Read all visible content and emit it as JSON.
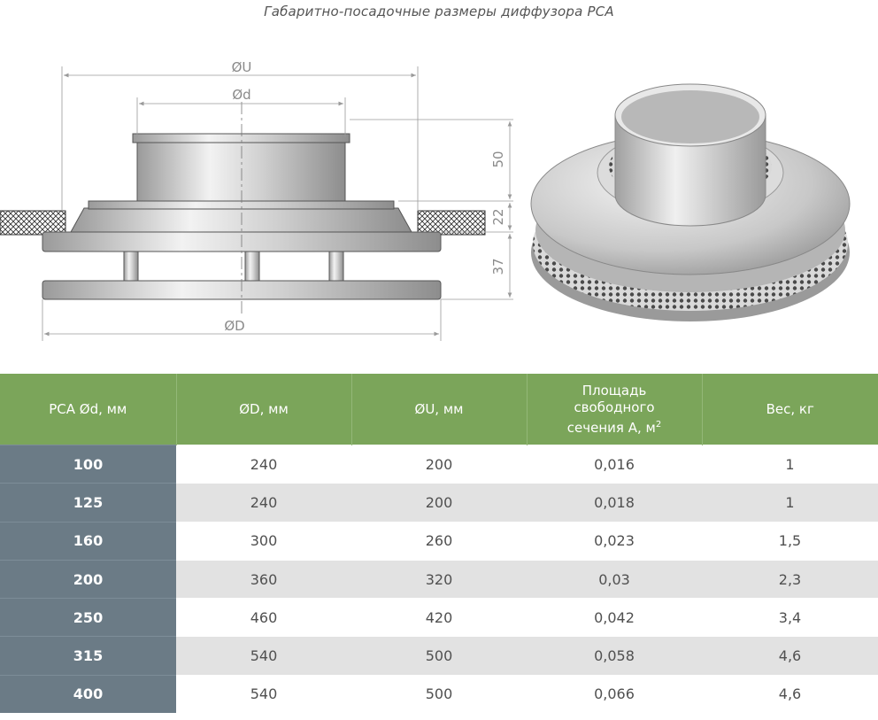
{
  "title": "Габаритно-посадочные размеры диффузора РСА",
  "dimensions": {
    "u": "ØU",
    "d_small": "Ød",
    "d_big": "ØD",
    "h1": "50",
    "h2": "22",
    "h3": "37"
  },
  "table": {
    "headers": {
      "col1": "РСА Ød, мм",
      "col2": "ØD, мм",
      "col3": "ØU, мм",
      "col4_line1": "Площадь",
      "col4_line2": "свободного",
      "col4_line3": "сечения А, м",
      "col4_sup": "2",
      "col5": "Вес, кг"
    },
    "rows": [
      {
        "d": "100",
        "D": "240",
        "U": "200",
        "area": "0,016",
        "weight": "1"
      },
      {
        "d": "125",
        "D": "240",
        "U": "200",
        "area": "0,018",
        "weight": "1"
      },
      {
        "d": "160",
        "D": "300",
        "U": "260",
        "area": "0,023",
        "weight": "1,5"
      },
      {
        "d": "200",
        "D": "360",
        "U": "320",
        "area": "0,03",
        "weight": "2,3"
      },
      {
        "d": "250",
        "D": "460",
        "U": "420",
        "area": "0,042",
        "weight": "3,4"
      },
      {
        "d": "315",
        "D": "540",
        "U": "500",
        "area": "0,058",
        "weight": "4,6"
      },
      {
        "d": "400",
        "D": "540",
        "U": "500",
        "area": "0,066",
        "weight": "4,6"
      }
    ]
  }
}
